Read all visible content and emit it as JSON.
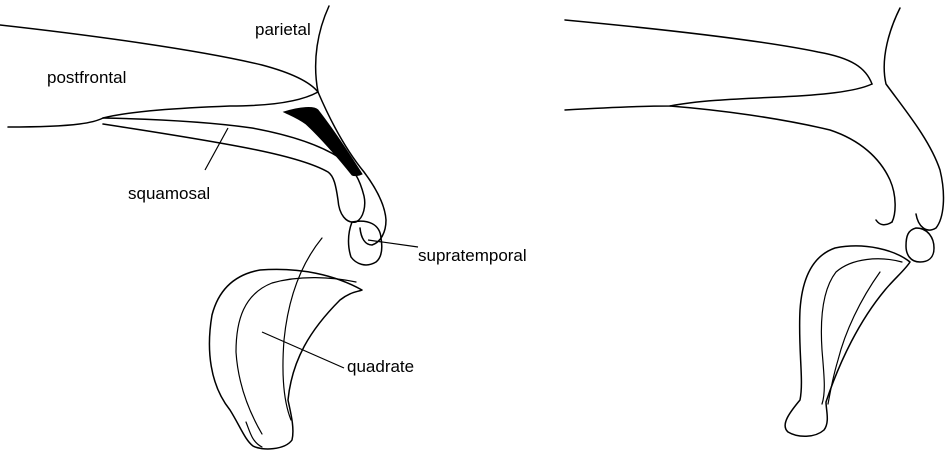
{
  "figure": {
    "labels": {
      "parietal": "parietal",
      "postfrontal": "postfrontal",
      "squamosal": "squamosal",
      "supratemporal": "supratemporal",
      "quadrate": "quadrate"
    }
  }
}
